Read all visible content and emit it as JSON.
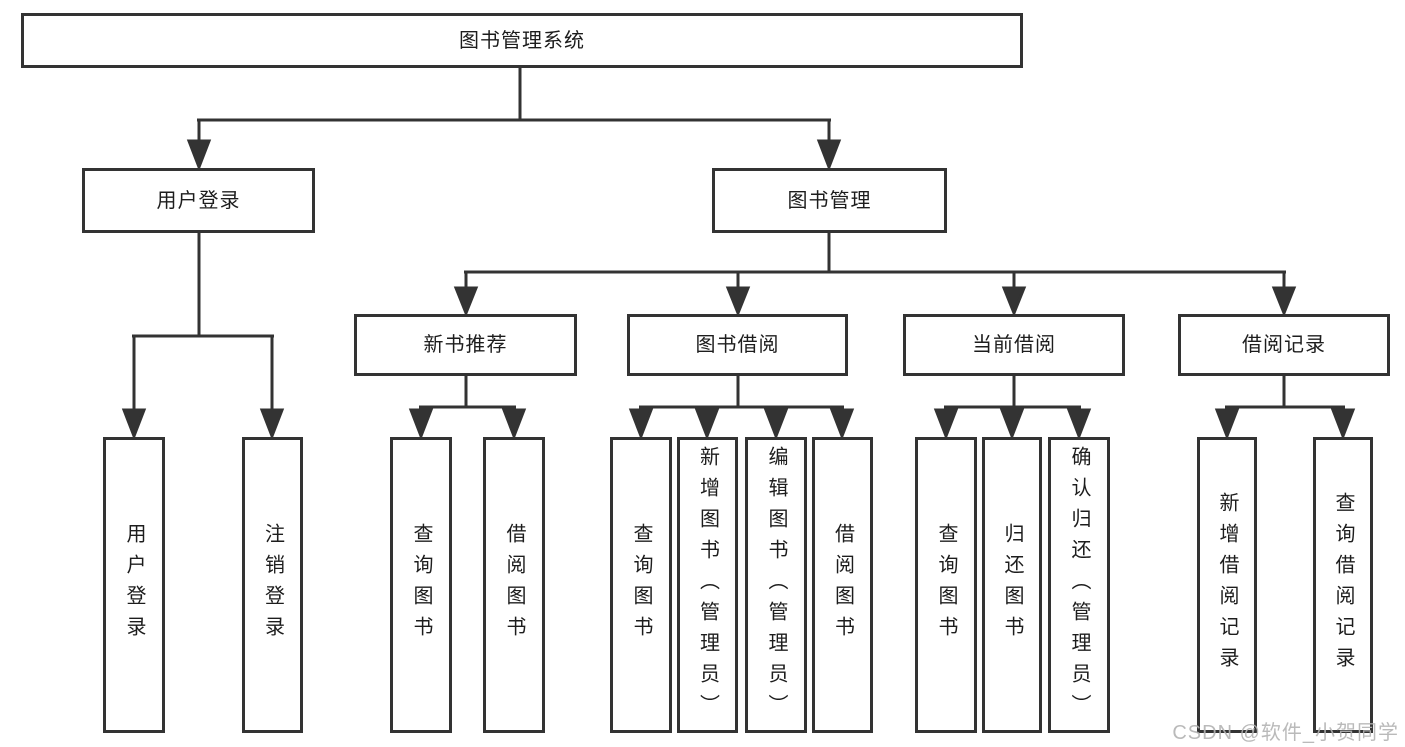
{
  "diagram": {
    "title": "图书管理系统",
    "level2": [
      {
        "label": "用户登录",
        "leaves": [
          "用户登录",
          "注销登录"
        ]
      },
      {
        "label": "图书管理"
      }
    ],
    "level3": [
      {
        "label": "新书推荐",
        "leaves": [
          "查询图书",
          "借阅图书"
        ]
      },
      {
        "label": "图书借阅",
        "leaves": [
          "查询图书",
          "新增图书（管理员）",
          "编辑图书（管理员）",
          "借阅图书"
        ]
      },
      {
        "label": "当前借阅",
        "leaves": [
          "查询图书",
          "归还图书",
          "确认归还（管理员）"
        ]
      },
      {
        "label": "借阅记录",
        "leaves": [
          "新增借阅记录",
          "查询借阅记录"
        ]
      }
    ]
  },
  "watermark": {
    "text": "CSDN @软件_小贺同学"
  },
  "colors": {
    "line": "#333333",
    "text": "#1d1d1d",
    "watermark": "#b3b3b3",
    "background": "#ffffff"
  }
}
